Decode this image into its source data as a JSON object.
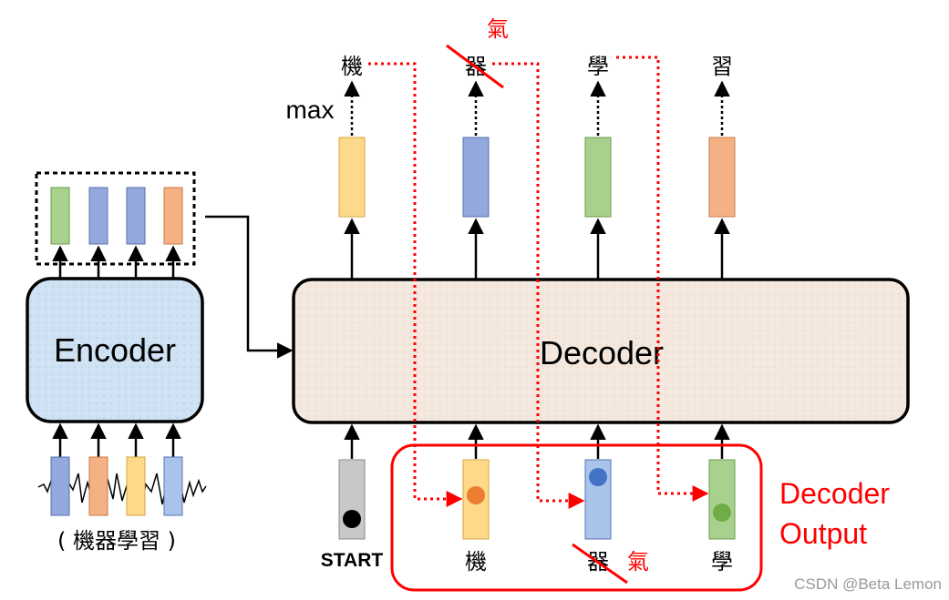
{
  "encoder": {
    "label": "Encoder",
    "input_caption": "( 機器學習 )"
  },
  "decoder": {
    "label": "Decoder"
  },
  "outputs": {
    "max_label": "max",
    "tokens": [
      "機",
      "器",
      "學",
      "習"
    ],
    "wrong_alt": "氣"
  },
  "decoder_inputs": {
    "start_label": "START",
    "tokens": [
      "機",
      "器",
      "學"
    ],
    "wrong_alt": "氣"
  },
  "decoder_output_box": {
    "line1": "Decoder",
    "line2": "Output"
  },
  "watermark": "CSDN @Beta Lemon",
  "colors": {
    "yellow": "#ffd98a",
    "blue": "#93a8dc",
    "green": "#a9d18e",
    "orange": "#f4b183",
    "red": "#ff0000",
    "gray": "#c8c8c8"
  }
}
